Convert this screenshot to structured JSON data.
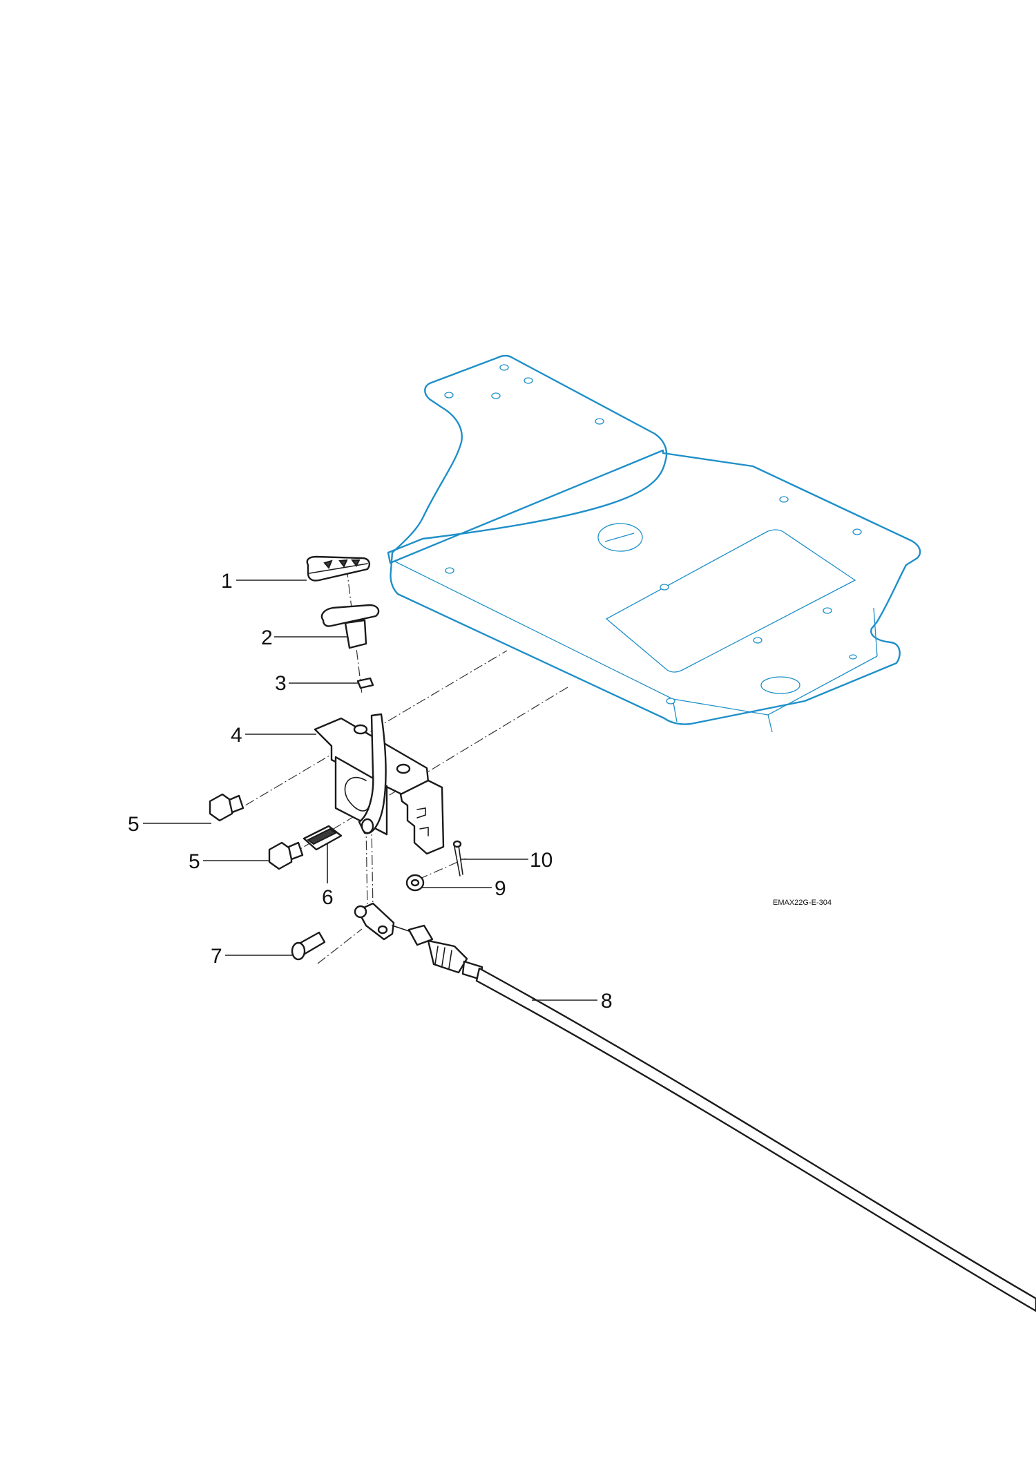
{
  "drawing_code": "EMAX22G-E-304",
  "frame_color": "#1e8fc9",
  "line_color": "#1a1a1a",
  "callouts": {
    "c1": "1",
    "c2": "2",
    "c3": "3",
    "c4": "4",
    "c5a": "5",
    "c5b": "5",
    "c6": "6",
    "c7": "7",
    "c8": "8",
    "c9": "9",
    "c10": "10"
  }
}
